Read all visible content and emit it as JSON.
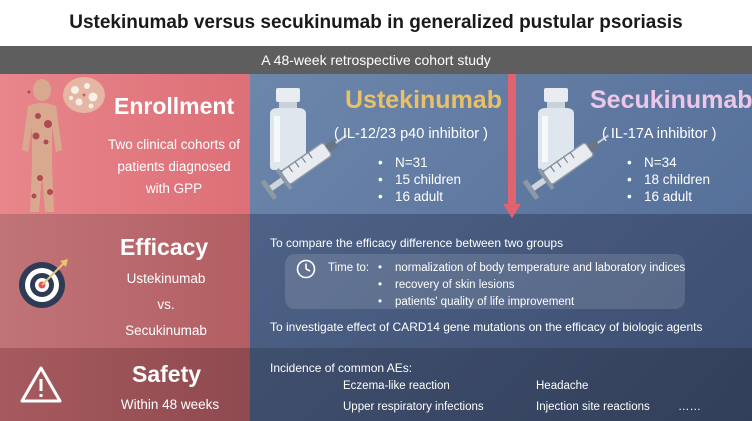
{
  "title": "Ustekinumab versus secukinumab in generalized pustular psoriasis",
  "subtitle": "A 48-week retrospective cohort study",
  "enrollment": {
    "heading": "Enrollment",
    "description_lines": [
      "Two clinical cohorts of",
      "patients diagnosed",
      "with GPP"
    ]
  },
  "ustekinumab": {
    "name": "Ustekinumab",
    "mechanism": "( IL-12/23 p40 inhibitor )",
    "stats": [
      "N=31",
      "15 children",
      "16 adult"
    ]
  },
  "secukinumab": {
    "name": "Secukinumab",
    "mechanism": "( IL-17A inhibitor )",
    "stats": [
      "N=34",
      "18 children",
      "16 adult"
    ]
  },
  "efficacy": {
    "heading": "Efficacy",
    "comparison": [
      "Ustekinumab",
      "vs.",
      "Secukinumab"
    ],
    "aim1": "To compare the efficacy difference between two groups",
    "time_to_label": "Time to:",
    "time_to_items": [
      "normalization of body temperature and laboratory indices",
      "recovery of skin lesions",
      "patients' quality of life improvement"
    ],
    "aim2": "To investigate effect of CARD14 gene mutations on the efficacy of biologic agents"
  },
  "safety": {
    "heading": "Safety",
    "period": "Within 48 weeks",
    "ae_heading": "Incidence of common AEs:",
    "ae_items": [
      "Eczema-like reaction",
      "Headache",
      "Upper respiratory infections",
      "Injection site reactions",
      "……"
    ]
  },
  "colors": {
    "ustekinumab_name": "#e8c06a",
    "secukinumab_name": "#ecc8e8",
    "enrollment_bg": "#e07a80",
    "efficacy_bg": "#b8686d",
    "safety_bg": "#9a5358",
    "panel_blue": "#5a7399",
    "arrow": "#e06470"
  },
  "icons": {
    "figure": "human-figure-icon",
    "skin": "skin-lesion-icon",
    "vial": "vial-icon",
    "syringe": "syringe-icon",
    "target": "target-icon",
    "clock": "clock-icon",
    "warning": "warning-icon"
  }
}
